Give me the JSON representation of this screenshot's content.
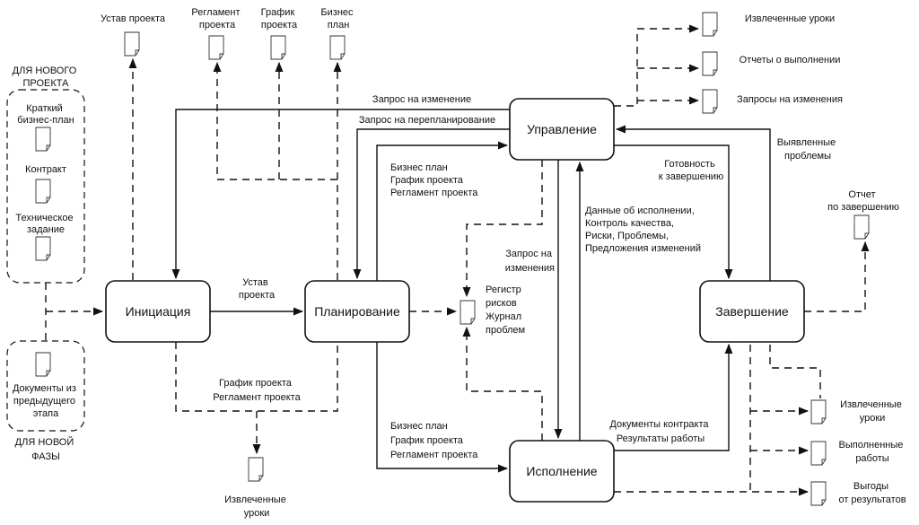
{
  "processes": {
    "initiation": "Инициация",
    "planning": "Планирование",
    "management": "Управление",
    "execution": "Исполнение",
    "closure": "Завершение"
  },
  "groups": {
    "new_project": [
      "ДЛЯ НОВОГО",
      "ПРОЕКТА"
    ],
    "new_phase": [
      "ДЛЯ НОВОЙ",
      "ФАЗЫ"
    ]
  },
  "inputs_new_project": [
    [
      "Краткий",
      "бизнес-план"
    ],
    [
      "Контракт"
    ],
    [
      "Техническое",
      "задание"
    ]
  ],
  "inputs_new_phase": [
    "Документы из",
    "предыдущего",
    "этапа"
  ],
  "top_documents": {
    "charter": [
      "Устав проекта"
    ],
    "regulation": [
      "Регламент",
      "проекта"
    ],
    "schedule": [
      "График",
      "проекта"
    ],
    "business_plan": [
      "Бизнес",
      "план"
    ]
  },
  "management_outputs": [
    "Извлеченные уроки",
    "Отчеты о выполнении",
    "Запросы на изменения"
  ],
  "closure_outputs": [
    [
      "Извлеченные",
      "уроки"
    ],
    [
      "Выполненные",
      "работы"
    ],
    [
      "Выгоды",
      "от результатов"
    ]
  ],
  "closure_report": [
    "Отчет",
    "по завершению"
  ],
  "planning_lessons": [
    "Извлеченные",
    "уроки"
  ],
  "risk_register": [
    "Регистр",
    "рисков",
    "Журнал",
    "проблем"
  ],
  "flows": {
    "change_request": "Запрос на изменение",
    "replan_request": "Запрос на перепланирование",
    "charter_flow": [
      "Устав",
      "проекта"
    ],
    "plan_to_management": [
      "Бизнес план",
      "График проекта",
      "Регламент проекта"
    ],
    "plan_to_execution": [
      "Бизнес план",
      "График проекта",
      "Регламент проекта"
    ],
    "init_to_planning_docs": [
      "График проекта",
      "Регламент проекта"
    ],
    "change_request_risks": [
      "Запрос на",
      "изменения"
    ],
    "execution_data": [
      "Данные об исполнении,",
      "Контроль качества,",
      "Риски, Проблемы,",
      "Предложения изменений"
    ],
    "ready_to_close": [
      "Готовность",
      "к завершению"
    ],
    "issues": [
      "Выявленные",
      "проблемы"
    ],
    "contract_docs": [
      "Документы контракта",
      "Результаты работы"
    ]
  }
}
